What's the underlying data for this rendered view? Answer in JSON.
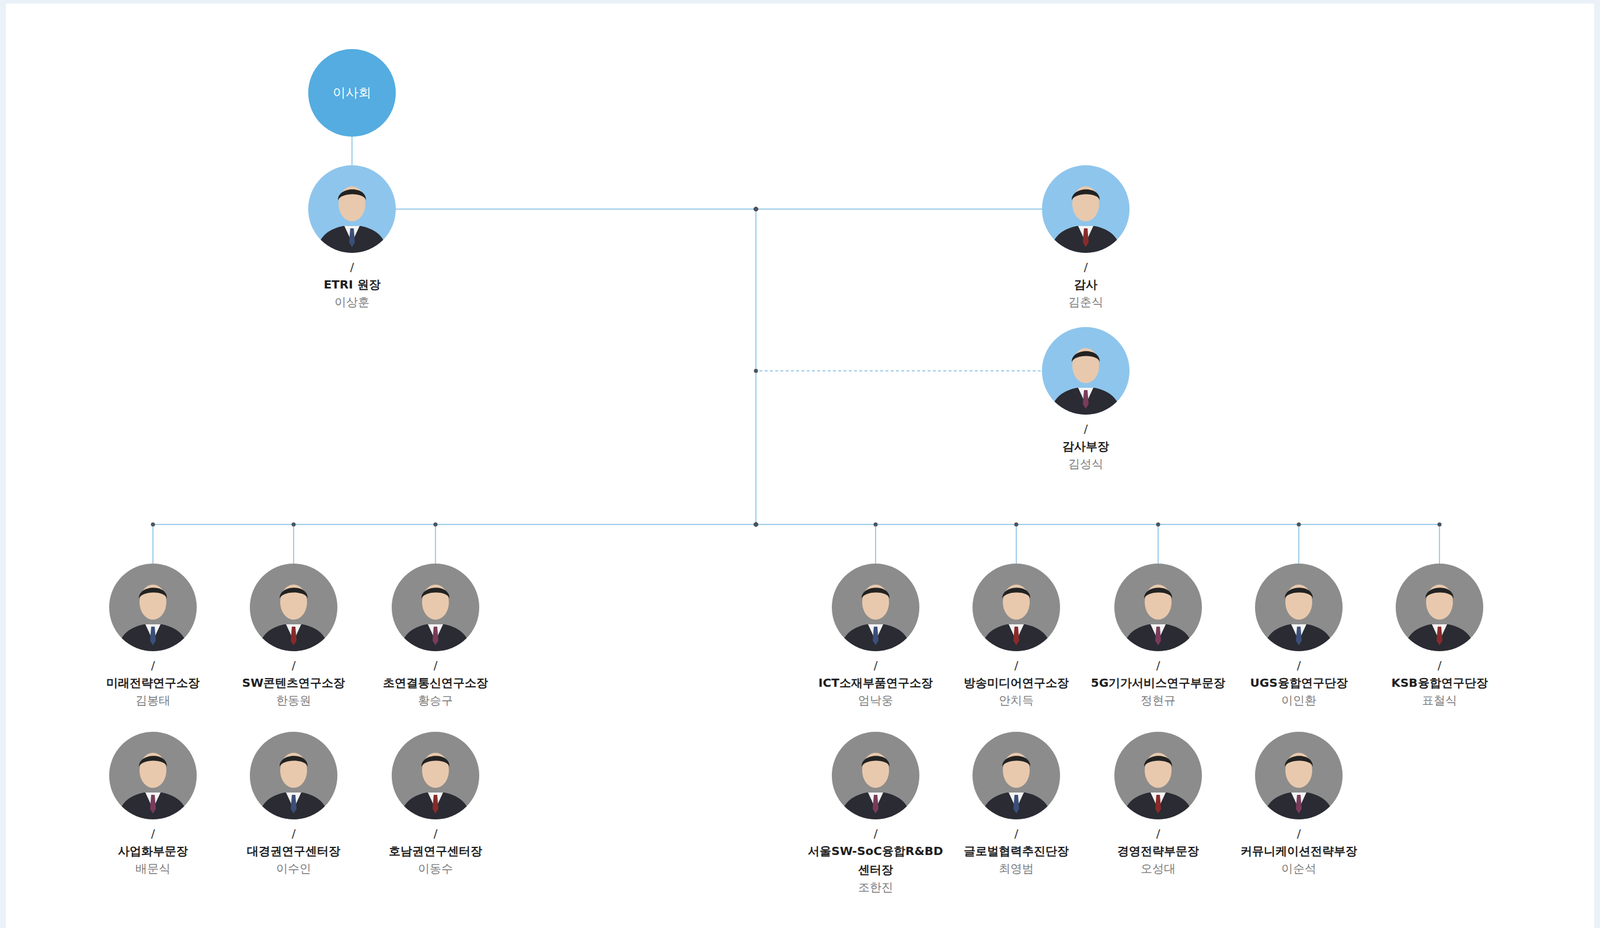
{
  "diagram": {
    "nodes": [
      {
        "text": [
          "이사회"
        ]
      },
      {
        "text": [
          "/",
          "ETRI 원장",
          "이상훈"
        ]
      },
      {
        "text": [
          "/",
          "감사",
          "김춘식"
        ]
      },
      {
        "text": [
          "/",
          "감사부장",
          "김성식"
        ]
      },
      {
        "text": [
          "/",
          "미래전략연구소장",
          "김봉태"
        ]
      },
      {
        "text": [
          "/",
          "SW콘텐츠연구소장",
          "한동원"
        ]
      },
      {
        "text": [
          "/",
          "초연결통신연구소장",
          "황승구"
        ]
      },
      {
        "text": [
          "/",
          "ICT소재부품연구소장",
          "엄낙웅"
        ]
      },
      {
        "text": [
          "/",
          "방송미디어연구소장",
          "안치득"
        ]
      },
      {
        "text": [
          "/",
          "5G기가서비스연구부문장",
          "정현규"
        ]
      },
      {
        "text": [
          "/",
          "UGS융합연구단장",
          "이인환"
        ]
      },
      {
        "text": [
          "/",
          "KSB융합연구단장",
          "표철식"
        ]
      },
      {
        "text": [
          "/",
          "사업화부문장",
          "배문식"
        ]
      },
      {
        "text": [
          "/",
          "대경권연구센터장",
          "이수인"
        ]
      },
      {
        "text": [
          "/",
          "호남권연구센터장",
          "이동수"
        ]
      },
      {
        "text": [
          "/",
          "서울SW-SoC융합R&BD 센터장",
          "조한진"
        ]
      },
      {
        "text": [
          "/",
          "글로벌협력추진단장",
          "최영범"
        ]
      },
      {
        "text": [
          "/",
          "경영전략부문장",
          "오성대"
        ]
      },
      {
        "text": [
          "/",
          "커뮤니케이션전략부장",
          "이순석"
        ]
      }
    ],
    "edges": [
      {
        "from": 0,
        "to": 1,
        "arrow": "none"
      },
      {
        "from": 1,
        "to": 2,
        "arrow": "none"
      },
      {
        "from": 1,
        "to": 3,
        "arrow": "none"
      },
      {
        "from": 1,
        "to": 4,
        "arrow": "none"
      },
      {
        "from": 1,
        "to": 5,
        "arrow": "none"
      },
      {
        "from": 1,
        "to": 6,
        "arrow": "none"
      },
      {
        "from": 1,
        "to": 7,
        "arrow": "none"
      },
      {
        "from": 1,
        "to": 8,
        "arrow": "none"
      },
      {
        "from": 1,
        "to": 9,
        "arrow": "none"
      },
      {
        "from": 1,
        "to": 10,
        "arrow": "none"
      },
      {
        "from": 1,
        "to": 11,
        "arrow": "none"
      }
    ]
  }
}
